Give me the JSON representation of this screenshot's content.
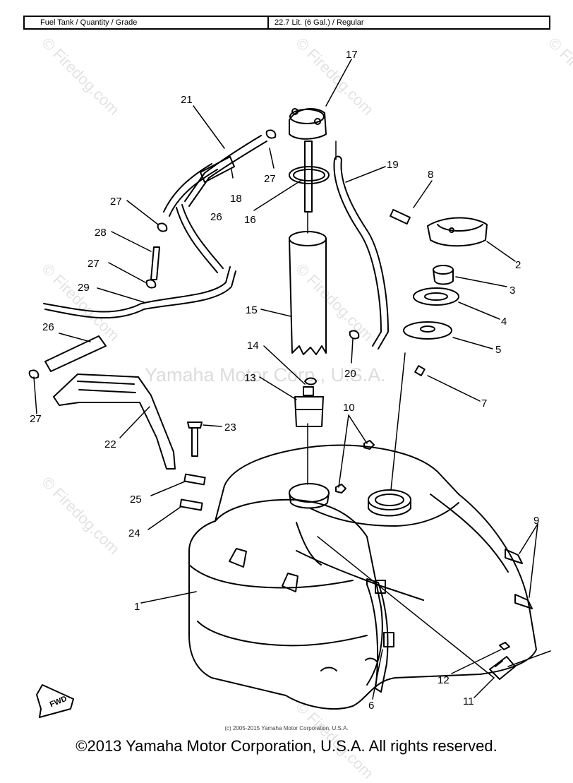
{
  "spec_table": {
    "label": "Fuel Tank / Quantity / Grade",
    "value": "22.7 Lit. (6 Gal.) / Regular"
  },
  "watermarks": {
    "center": "Yamaha Motor Corp., U.S.A.",
    "site": "© Firedog.com"
  },
  "callouts": {
    "c1": "1",
    "c2": "2",
    "c3": "3",
    "c4": "4",
    "c5": "5",
    "c6": "6",
    "c7": "7",
    "c8": "8",
    "c9": "9",
    "c10": "10",
    "c11": "11",
    "c12": "12",
    "c13": "13",
    "c14": "14",
    "c15": "15",
    "c16": "16",
    "c17": "17",
    "c18": "18",
    "c19": "19",
    "c20": "20",
    "c21": "21",
    "c22": "22",
    "c23": "23",
    "c24": "24",
    "c25": "25",
    "c26": "26",
    "c26b": "26",
    "c27": "27",
    "c27b": "27",
    "c27c": "27",
    "c27d": "27",
    "c28": "28",
    "c29": "29"
  },
  "fwd_label": "FWD",
  "small_credit": "(c) 2005-2015 Yamaha Motor Corporation, U.S.A.",
  "footer": "©2013 Yamaha Motor Corporation, U.S.A. All rights reserved."
}
